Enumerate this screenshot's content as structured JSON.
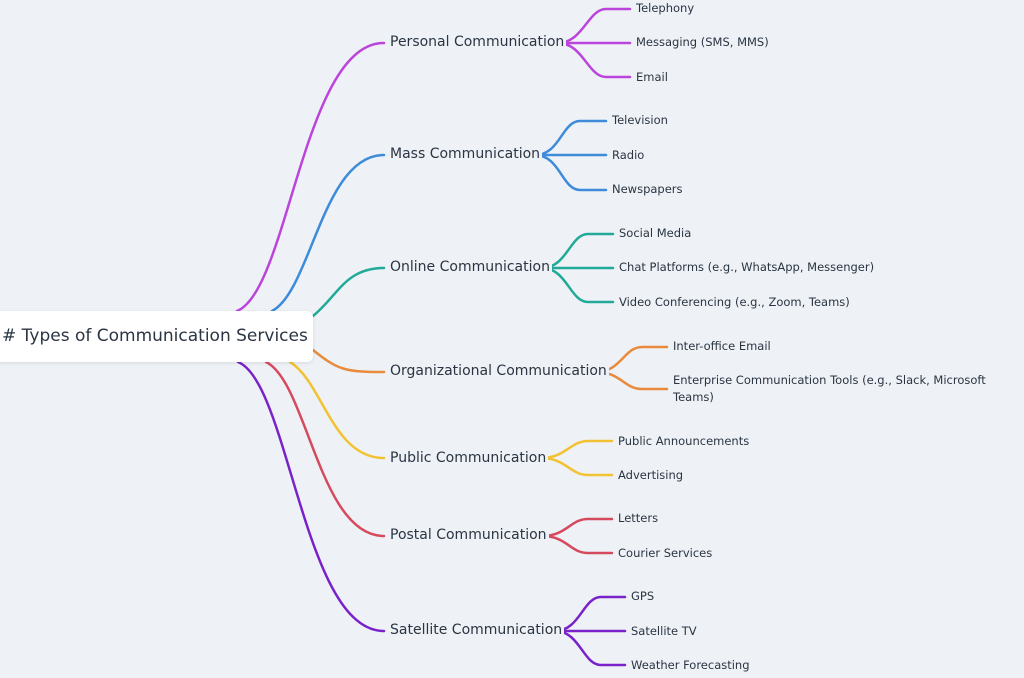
{
  "root": {
    "label": "# Types of Communication Services"
  },
  "branches": [
    {
      "label": "Personal Communication",
      "color": "#bb44dd",
      "children": [
        "Telephony",
        "Messaging (SMS, MMS)",
        "Email"
      ]
    },
    {
      "label": "Mass Communication",
      "color": "#3d8bd9",
      "children": [
        "Television",
        "Radio",
        "Newspapers"
      ]
    },
    {
      "label": "Online Communication",
      "color": "#22aa99",
      "children": [
        "Social Media",
        "Chat Platforms (e.g., WhatsApp, Messenger)",
        "Video Conferencing (e.g., Zoom, Teams)"
      ]
    },
    {
      "label": "Organizational Communication",
      "color": "#e98a3c",
      "children": [
        "Inter-office Email",
        "Enterprise Communication Tools (e.g., Slack, Microsoft Teams)"
      ]
    },
    {
      "label": "Public Communication",
      "color": "#f2c233",
      "children": [
        "Public Announcements",
        "Advertising"
      ]
    },
    {
      "label": "Postal Communication",
      "color": "#d64a5e",
      "children": [
        "Letters",
        "Courier Services"
      ]
    },
    {
      "label": "Satellite Communication",
      "color": "#7a22c9",
      "children": [
        "GPS",
        "Satellite TV",
        "Weather Forecasting"
      ]
    }
  ]
}
